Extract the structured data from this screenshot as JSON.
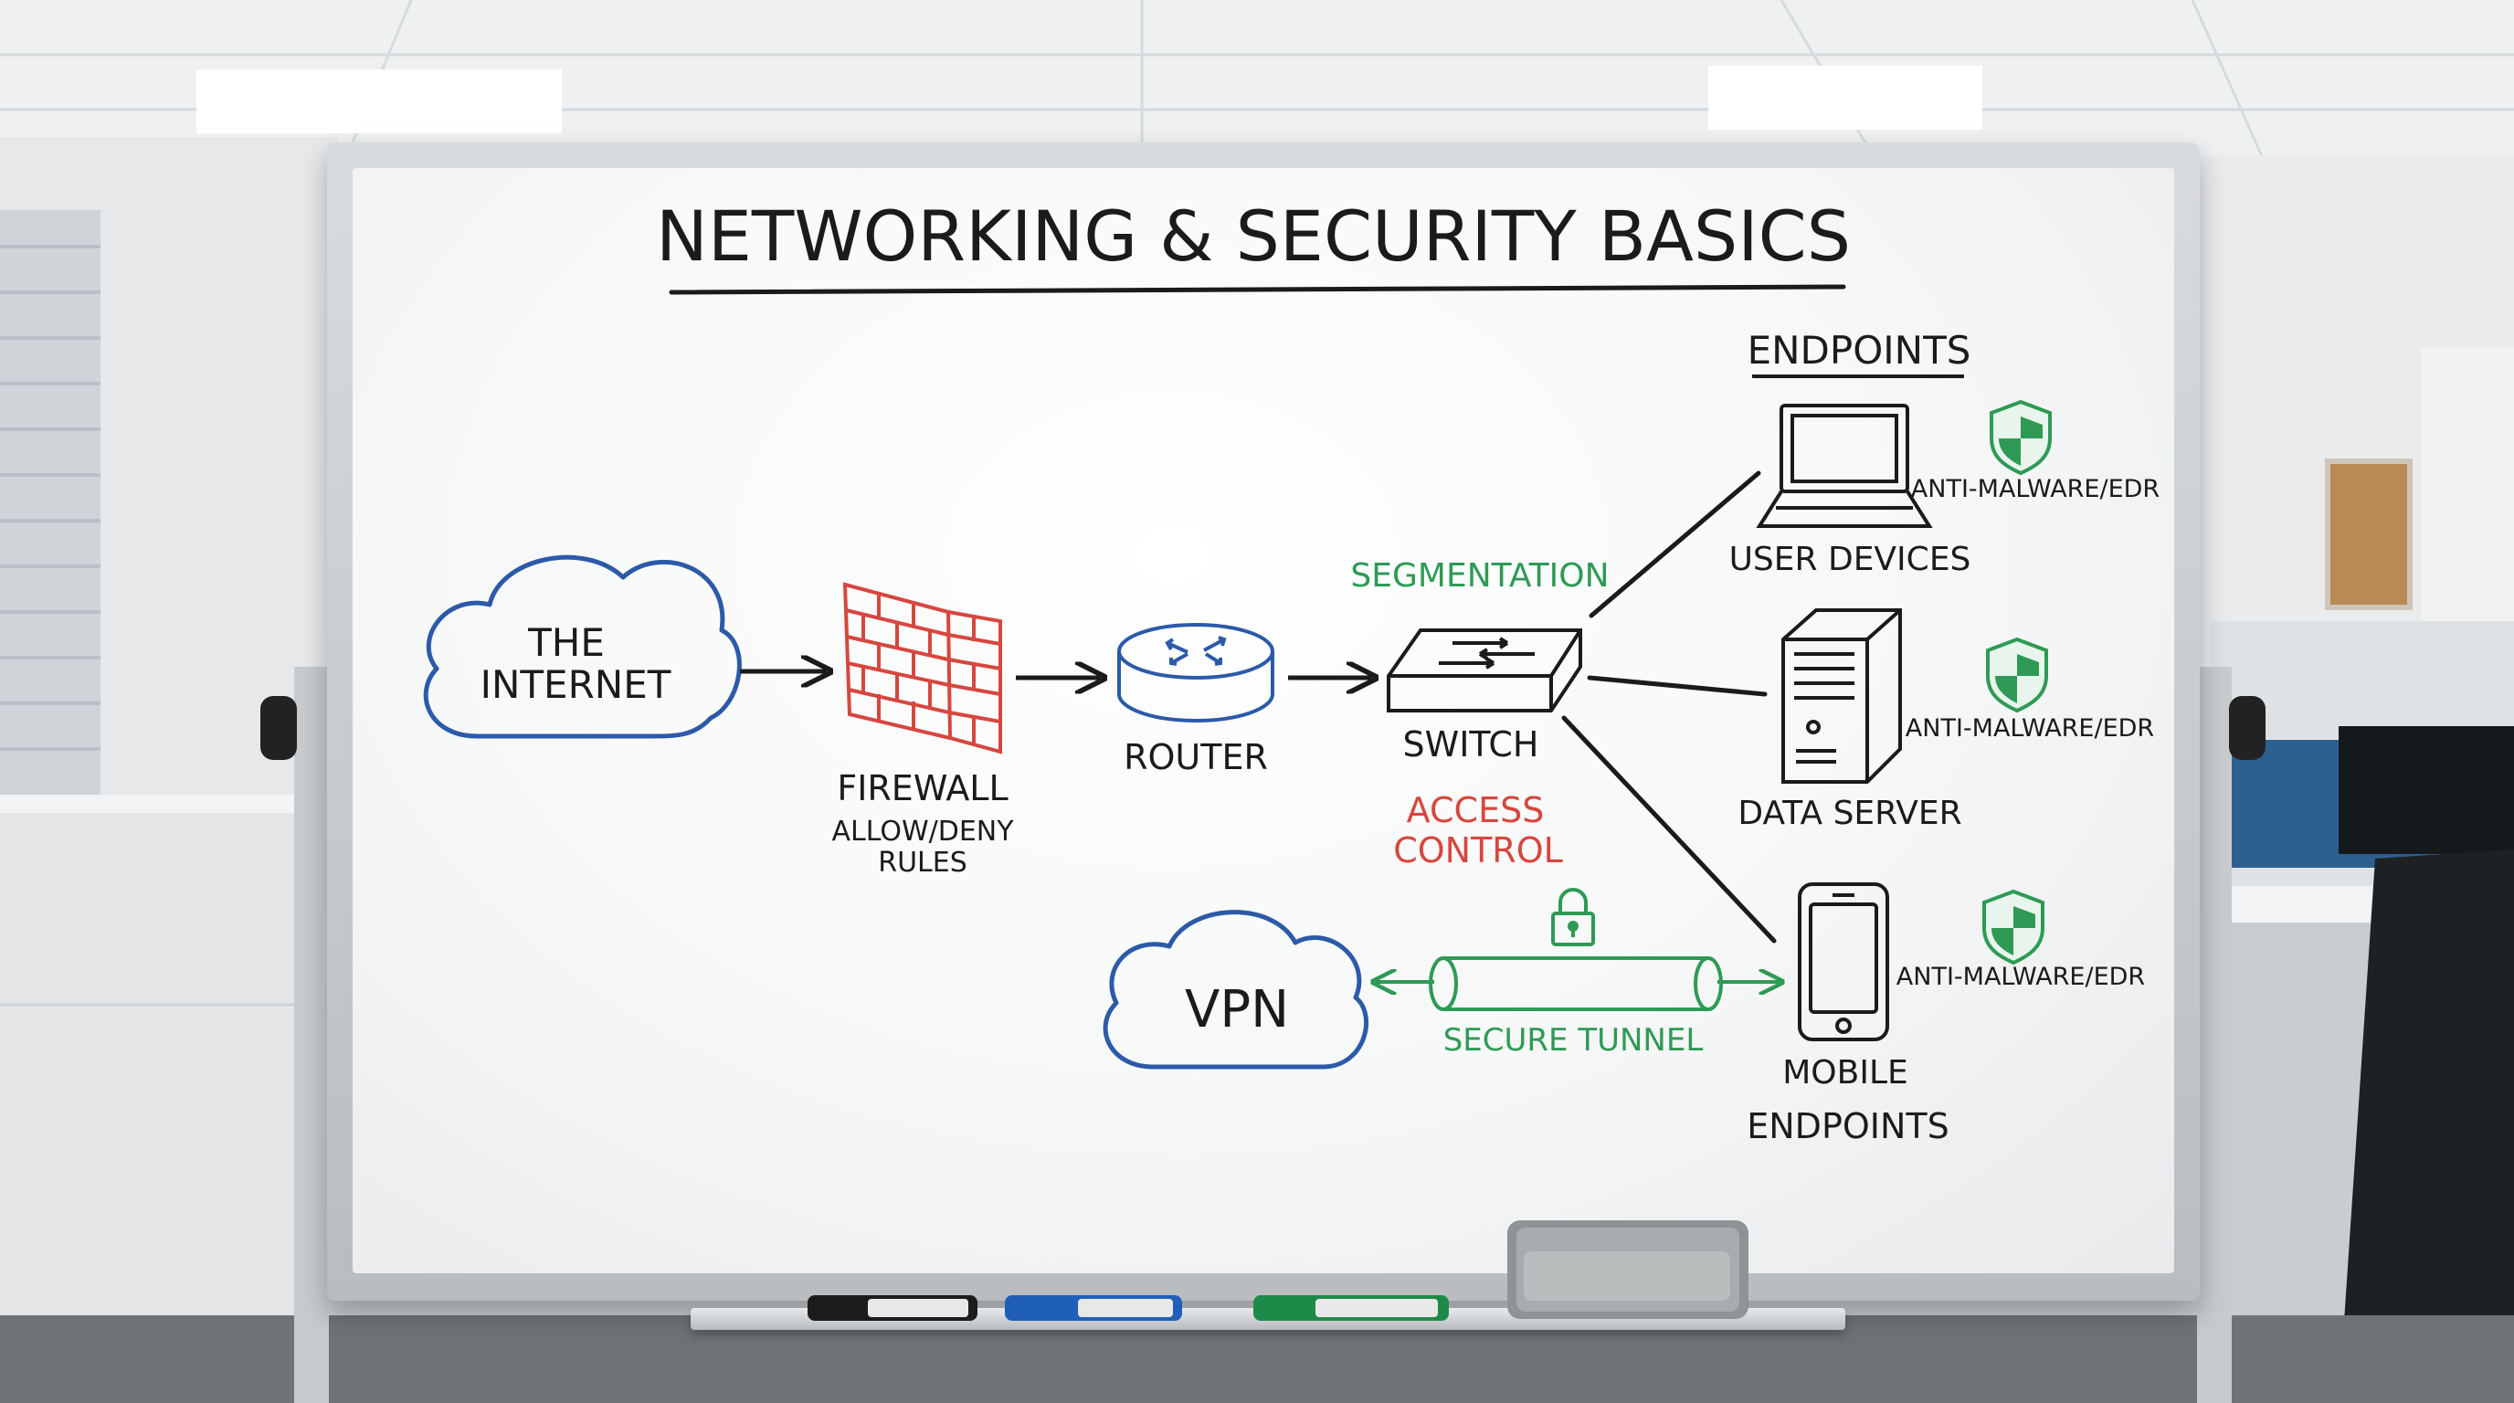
{
  "title": "NETWORKING & SECURITY BASICS",
  "nodes": {
    "internet": "THE INTERNET",
    "internet_line1": "THE",
    "internet_line2": "INTERNET",
    "firewall": "FIREWALL",
    "firewall_rules_line1": "ALLOW/DENY",
    "firewall_rules_line2": "RULES",
    "router": "ROUTER",
    "switch": "SWITCH",
    "segmentation": "SEGMENTATION",
    "access_control_line1": "ACCESS",
    "access_control_line2": "CONTROL",
    "endpoints_heading": "ENDPOINTS",
    "user_devices": "USER DEVICES",
    "data_server": "DATA SERVER",
    "mobile_line1": "MOBILE",
    "mobile_line2": "ENDPOINTS",
    "vpn": "VPN",
    "secure_tunnel": "SECURE TUNNEL",
    "anti_malware_1": "ANTI-MALWARE/EDR",
    "anti_malware_2": "ANTI-MALWARE/EDR",
    "anti_malware_3": "ANTI-MALWARE/EDR"
  },
  "icons": [
    "cloud-icon",
    "firewall-brick-icon",
    "router-icon",
    "switch-icon",
    "laptop-icon",
    "server-tower-icon",
    "smartphone-icon",
    "shield-icon",
    "padlock-icon",
    "tunnel-icon",
    "eraser-icon",
    "marker-icon"
  ],
  "colors": {
    "ink_black": "#1b1b1b",
    "ink_blue": "#2c5aa8",
    "ink_red": "#d6473f",
    "ink_green": "#2e9a55",
    "board": "#f7f8f8"
  }
}
